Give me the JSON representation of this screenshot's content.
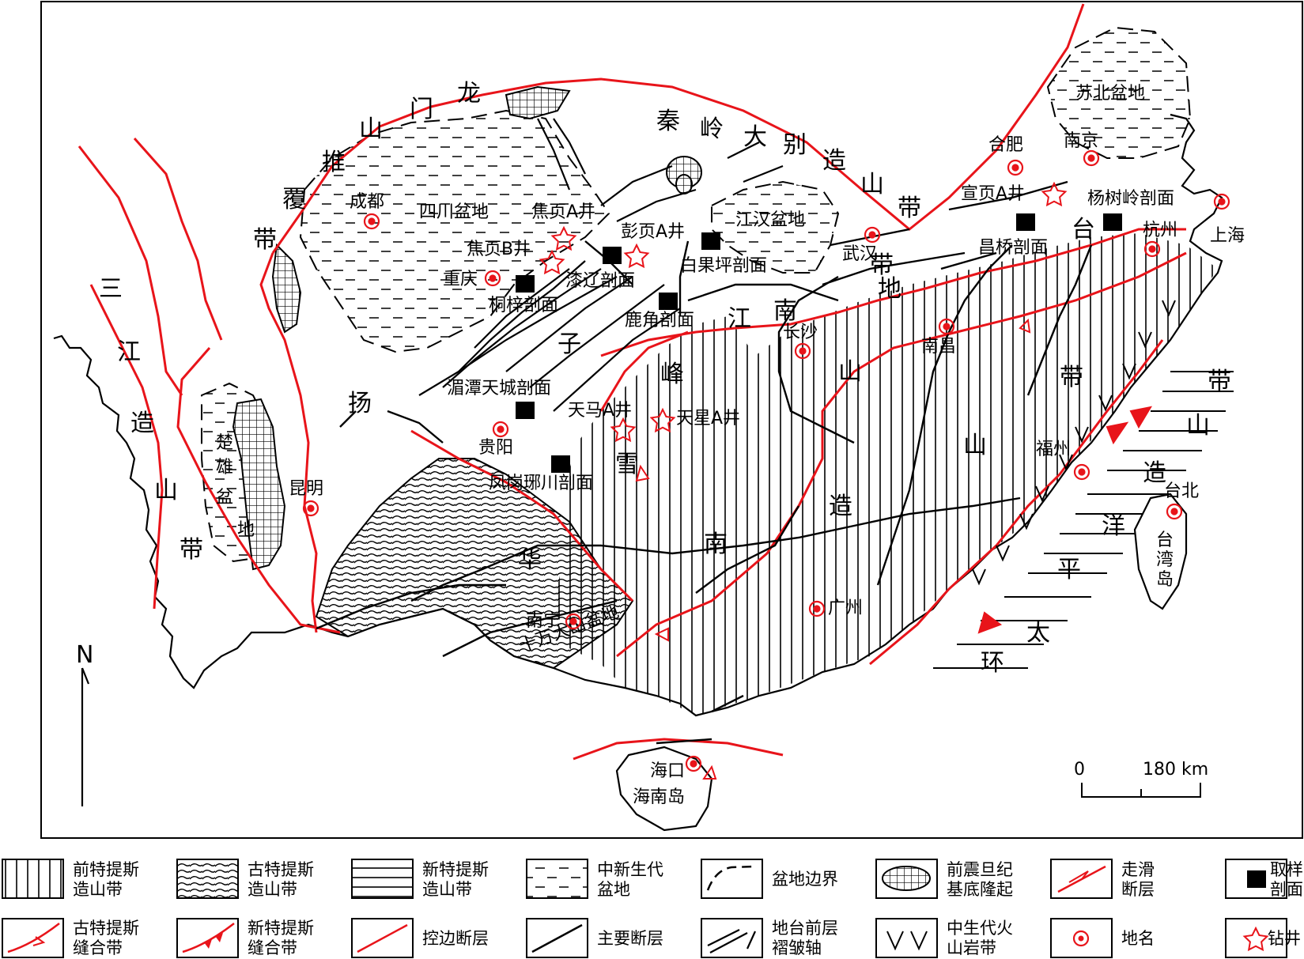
{
  "map": {
    "regions": {
      "sichuan": "四川盆地",
      "jianghan": "江汉盆地",
      "subei": "苏北盆地",
      "chuxiong": [
        "楚",
        "雄",
        "盆",
        "地"
      ],
      "shiwandashan": "十万大山盆地",
      "hainan": "海南岛",
      "taiwan": [
        "台",
        "湾",
        "岛"
      ]
    },
    "tectonic_labels": {
      "longmenshan": [
        "龙",
        "门",
        "山",
        "推",
        "覆",
        "带"
      ],
      "sanjiang": [
        "三",
        "江",
        "造",
        "山",
        "带"
      ],
      "qinling": [
        "秦",
        "岭",
        "大",
        "别",
        "造",
        "山",
        "带"
      ],
      "yangtze": [
        "扬",
        "子",
        "地",
        "台"
      ],
      "jiangnan_xuefeng": [
        "江",
        "南",
        "雪",
        "峰"
      ],
      "huanan": [
        "华",
        "南",
        "造",
        "山",
        "带"
      ],
      "wuyishan": [
        "山",
        "造",
        "山",
        "带"
      ],
      "pacific": [
        "环",
        "太",
        "平",
        "洋",
        "造",
        "山",
        "带"
      ]
    },
    "cities": [
      "成都",
      "重庆",
      "贵阳",
      "昆明",
      "南宁",
      "广州",
      "长沙",
      "武汉",
      "南昌",
      "福州",
      "合肥",
      "南京",
      "杭州",
      "上海",
      "台北",
      "海口"
    ],
    "wells": [
      "焦页A井",
      "焦页B井",
      "彭页A井",
      "天马A井",
      "天星A井",
      "宣页A井"
    ],
    "sections": [
      "桐梓剖面",
      "漆辽剖面",
      "白果坪剖面",
      "鹿角剖面",
      "湄潭天城剖面",
      "凤岗琊川剖面",
      "昌桥剖面",
      "杨树岭剖面"
    ],
    "north_label": "N",
    "scale": {
      "zero": "0",
      "distance": "180 km"
    }
  },
  "legend": [
    {
      "label": [
        "前特提斯",
        "造山带"
      ],
      "icon": "vertical-hatch-icon"
    },
    {
      "label": [
        "古特提斯",
        "造山带"
      ],
      "icon": "diagonal-hatch-icon"
    },
    {
      "label": [
        "新特提斯",
        "造山带"
      ],
      "icon": "horizontal-hatch-icon"
    },
    {
      "label": [
        "中新生代",
        "盆地"
      ],
      "icon": "dashed-hatch-icon"
    },
    {
      "label": [
        "盆地边界"
      ],
      "icon": "basin-boundary-icon"
    },
    {
      "label": [
        "前震旦纪",
        "基底隆起"
      ],
      "icon": "grid-oval-icon"
    },
    {
      "label": [
        "走滑",
        "断层"
      ],
      "icon": "strike-slip-icon"
    },
    {
      "label": [
        "取样",
        "剖面"
      ],
      "icon": "black-square-icon"
    },
    {
      "label": [
        "古特提斯",
        "缝合带"
      ],
      "icon": "open-triangle-suture-icon"
    },
    {
      "label": [
        "新特提斯",
        "缝合带"
      ],
      "icon": "filled-triangle-suture-icon"
    },
    {
      "label": [
        "控边断层"
      ],
      "icon": "red-line-icon"
    },
    {
      "label": [
        "主要断层"
      ],
      "icon": "black-line-icon"
    },
    {
      "label": [
        "地台前层",
        "褶皱轴"
      ],
      "icon": "fold-axis-icon"
    },
    {
      "label": [
        "中生代火",
        "山岩带"
      ],
      "icon": "v-volcanic-icon"
    },
    {
      "label": [
        "地名"
      ],
      "icon": "bullseye-icon"
    },
    {
      "label": [
        "钻井"
      ],
      "icon": "star-icon"
    }
  ],
  "colors": {
    "red": "#e8141a",
    "black": "#000000"
  }
}
